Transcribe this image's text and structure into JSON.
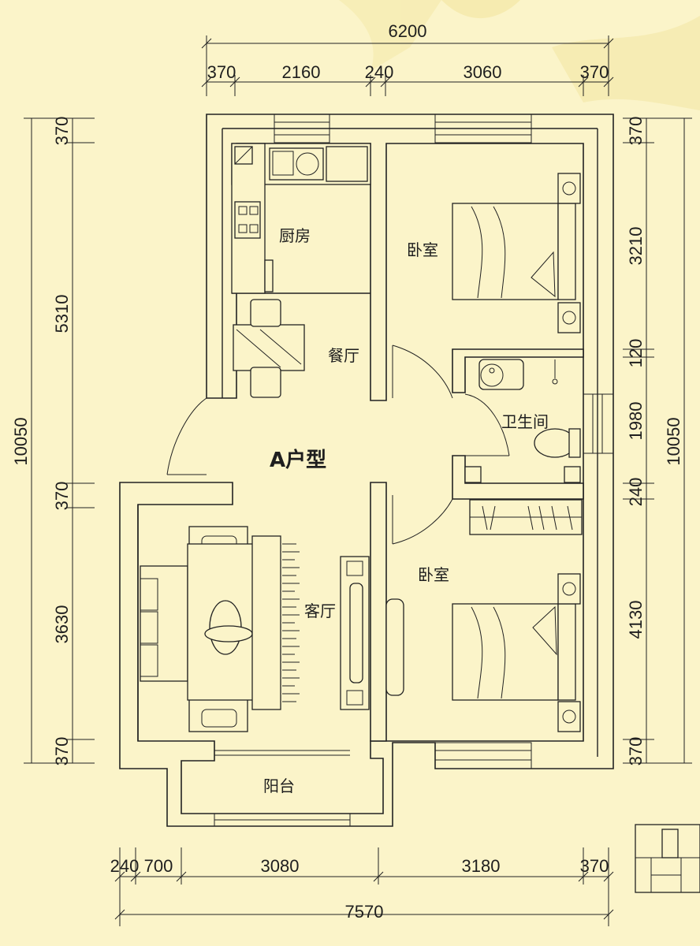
{
  "plan": {
    "unit_type_label": "A户型",
    "rooms": {
      "kitchen": "厨房",
      "dining": "餐厅",
      "bedroom_top": "卧室",
      "bathroom": "卫生间",
      "bedroom_bottom": "卧室",
      "living": "客厅",
      "balcony": "阳台"
    }
  },
  "dimensions": {
    "top_total": "6200",
    "top_segments": [
      "370",
      "2160",
      "240",
      "3060",
      "370"
    ],
    "bottom_total": "7570",
    "bottom_segments": [
      "240",
      "700",
      "3080",
      "3180",
      "370"
    ],
    "left_total": "10050",
    "left_segments": [
      "370",
      "5310",
      "370",
      "3630",
      "370"
    ],
    "right_total": "10050",
    "right_segments": [
      "370",
      "3210",
      "120",
      "1980",
      "240",
      "4130",
      "370"
    ]
  },
  "colors": {
    "background": "#fbf4c9",
    "lines": "#222222"
  }
}
